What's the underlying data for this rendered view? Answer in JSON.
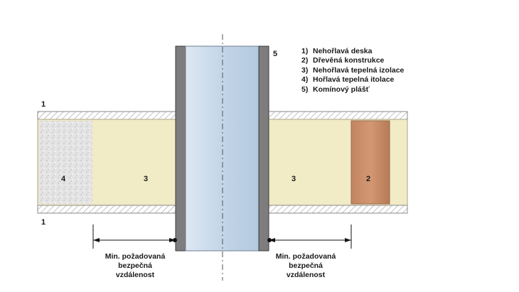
{
  "legend": {
    "items": [
      {
        "number": "1)",
        "text": "Nehořlavá deska"
      },
      {
        "number": "2)",
        "text": "Dřevěná konstrukce"
      },
      {
        "number": "3)",
        "text": "Nehořlavá tepelná izolace"
      },
      {
        "number": "4)",
        "text": "Hořlavá tepelná itolace"
      },
      {
        "number": "5)",
        "text": "Komínový plášť"
      }
    ]
  },
  "callouts": {
    "board_top": "1",
    "board_bottom": "1",
    "chimney": "5",
    "insulation_left_combustible": "4",
    "insulation_left_noncombustible": "3",
    "insulation_right_noncombustible": "3",
    "timber": "2"
  },
  "dimensions": {
    "left_label_line1": "Min. požadovaná",
    "left_label_line2": "bezpečná",
    "left_label_line3": "vzdálenost",
    "right_label_line1": "Min. požadovaná",
    "right_label_line2": "bezpečná",
    "right_label_line3": "vzdálenost"
  },
  "colors": {
    "insulation": "#f1ebc6",
    "combustible_insulation": "#e6e6e6",
    "timber": "#c98c68",
    "chimney_wall": "#808080",
    "flue": "#cfdeee",
    "hatch": "#9a9a9a"
  }
}
